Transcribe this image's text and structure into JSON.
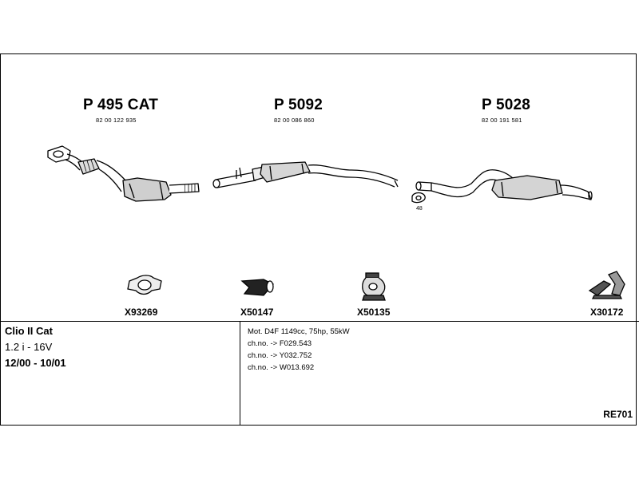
{
  "parts": [
    {
      "code": "P 495 CAT",
      "number": "82 00 122 935"
    },
    {
      "code": "P 5092",
      "number": "82 00 086 860"
    },
    {
      "code": "P 5028",
      "number": "82 00 191 581"
    }
  ],
  "gasket_label": "48",
  "fittings": [
    {
      "code": "X93269",
      "icon": "clamp-icon"
    },
    {
      "code": "X50147",
      "icon": "seal-ring-icon"
    },
    {
      "code": "X50135",
      "icon": "rubber-mount-icon"
    },
    {
      "code": "X30172",
      "icon": "mounting-bracket-icon"
    }
  ],
  "vehicle": {
    "model": "Clio II Cat",
    "engine": "1.2 i - 16V",
    "years": "12/00 - 10/01"
  },
  "notes": [
    "Mot. D4F 1149cc, 75hp, 55kW",
    "ch.no. -> F029.543",
    "ch.no. -> Y032.752",
    "ch.no. -> W013.692"
  ],
  "reference": "RE701"
}
